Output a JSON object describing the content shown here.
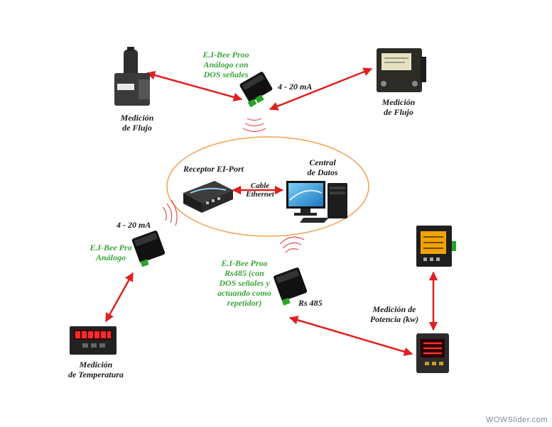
{
  "nodes": {
    "flow_left": {
      "line1": "Medición",
      "line2": "de Flujo"
    },
    "flow_right": {
      "line1": "Medición",
      "line2": "de Flujo"
    },
    "bee_top": {
      "line1": "E.I-Bee Proo",
      "line2": "Análogo con",
      "line3": "DOS señales"
    },
    "bee_left": {
      "line1": "E.I-Bee Pro",
      "line2": "Análogo"
    },
    "bee_mid": {
      "line1": "E.I-Bee Proo",
      "line2": "Rs485 (con",
      "line3": "DOS señales y",
      "line4": "actuando como",
      "line5": "repetidor)"
    },
    "receptor": {
      "label": "Receptor EI-Port"
    },
    "central": {
      "line1": "Central",
      "line2": "de Datos"
    },
    "temperatura": {
      "line1": "Medición",
      "line2": "de Temperatura"
    },
    "potencia": {
      "line1": "Medición de",
      "line2": "Potencia (kw)"
    }
  },
  "edges": {
    "signal_top": "4 - 20 mA",
    "signal_left": "4 - 20 mA",
    "cable": {
      "line1": "Cable",
      "line2": "Ethernet"
    },
    "rs485": "Rs 485"
  },
  "watermark": "WOWSlider.com",
  "colors": {
    "arrow": "#e02020",
    "ellipse": "#f0a050",
    "accent": "#3aa63a"
  }
}
